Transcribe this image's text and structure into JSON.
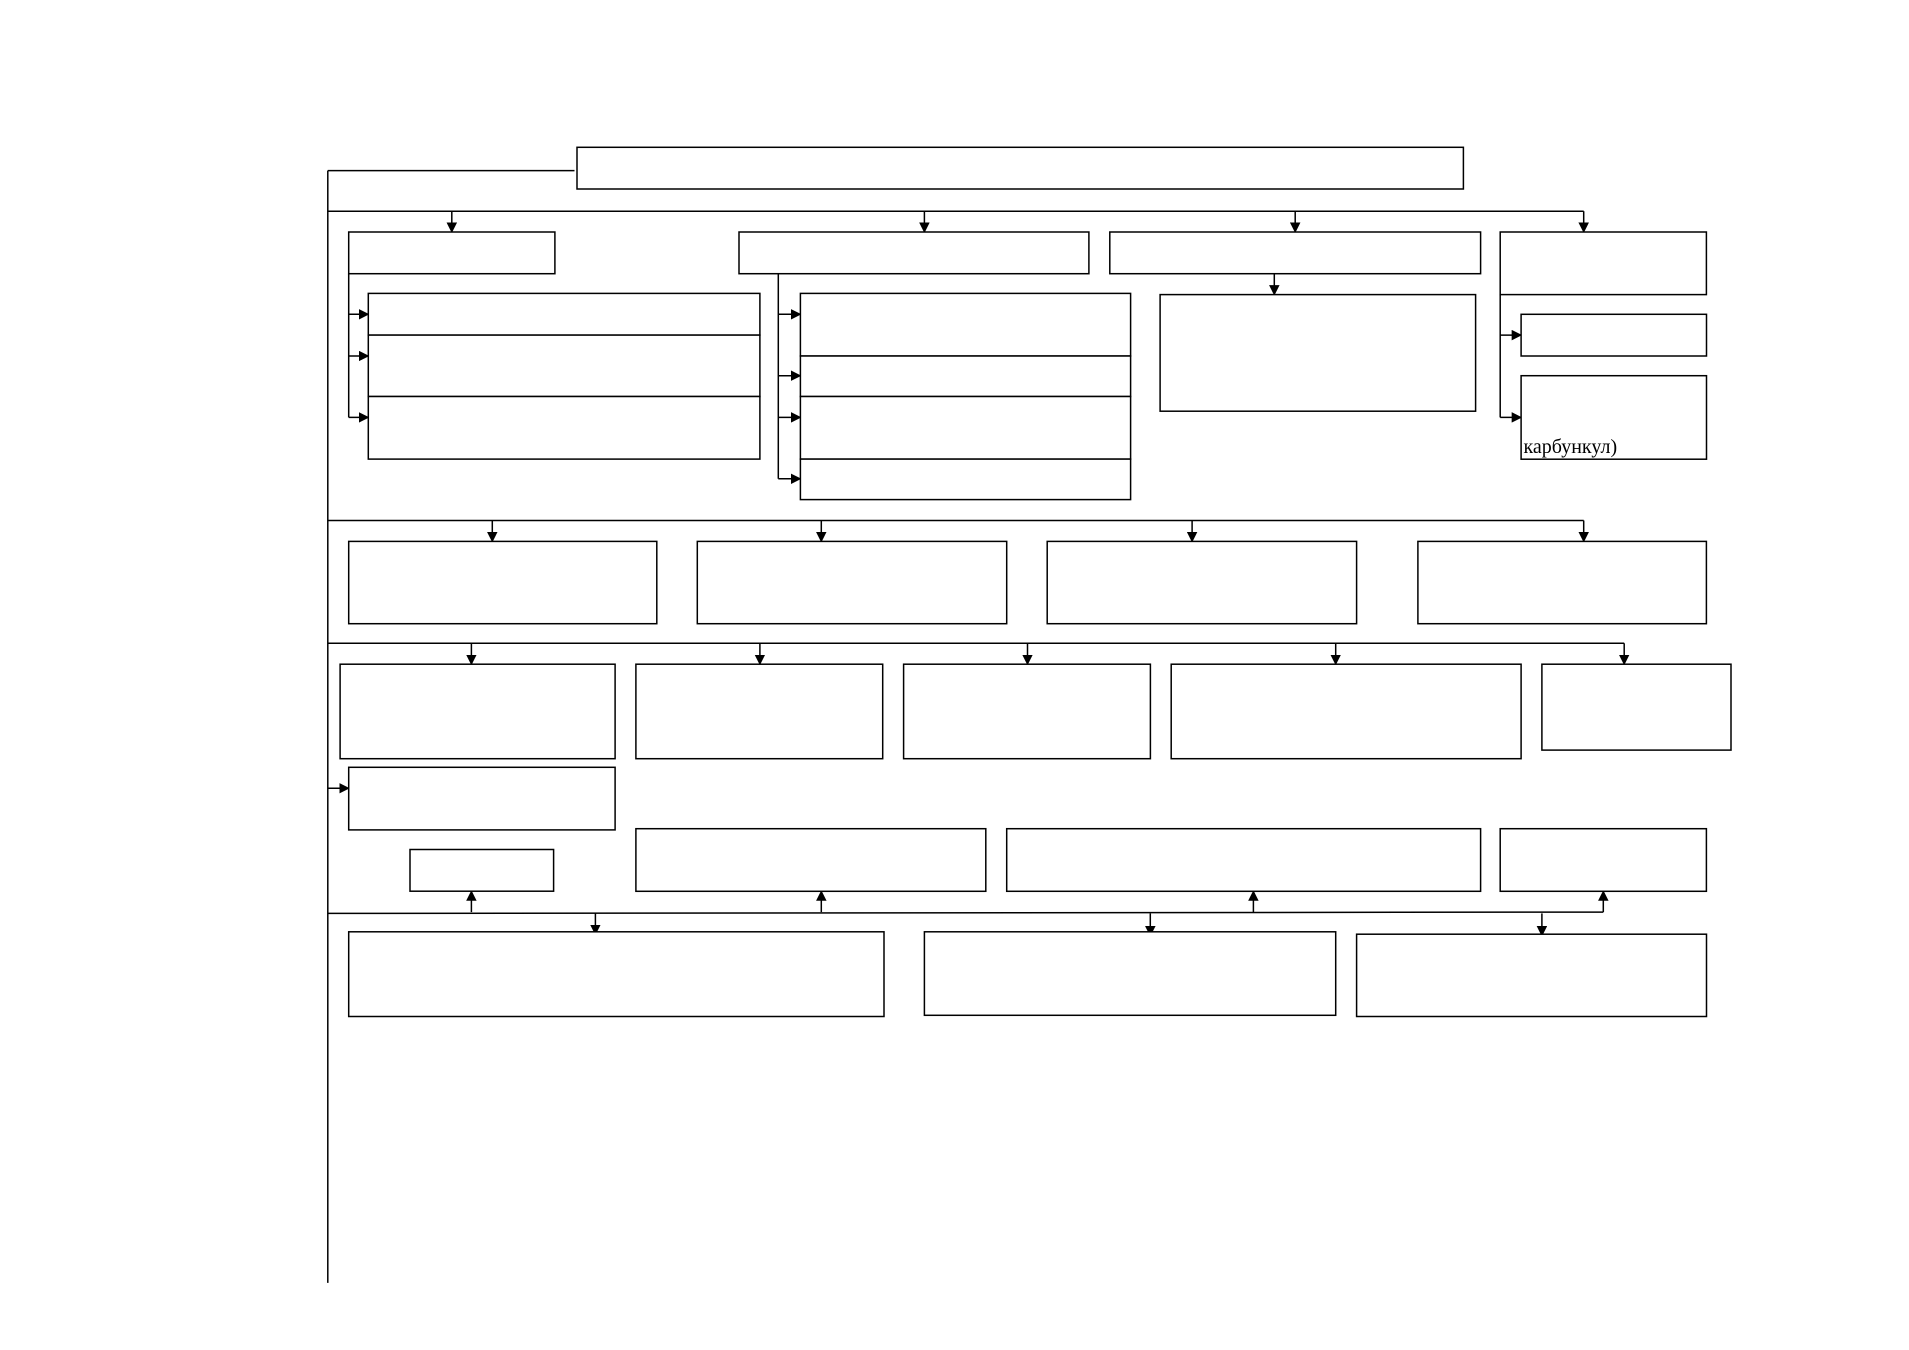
{
  "diagram": {
    "type": "flowchart",
    "stroke_color": "#000000",
    "background": "#ffffff",
    "nodes": [
      {
        "id": "root",
        "text": ""
      },
      {
        "id": "c1",
        "text": ""
      },
      {
        "id": "c1-a",
        "text": ""
      },
      {
        "id": "c1-b",
        "text": ""
      },
      {
        "id": "c1-c",
        "text": ""
      },
      {
        "id": "c2",
        "text": ""
      },
      {
        "id": "c2-a",
        "text": ""
      },
      {
        "id": "c2-b",
        "text": ""
      },
      {
        "id": "c2-c",
        "text": ""
      },
      {
        "id": "c2-d",
        "text": ""
      },
      {
        "id": "c3",
        "text": ""
      },
      {
        "id": "c3-a",
        "text": ""
      },
      {
        "id": "c4",
        "text": ""
      },
      {
        "id": "c4-a",
        "text": ""
      },
      {
        "id": "c4-b",
        "text": "карбункул)"
      },
      {
        "id": "r2-1",
        "text": ""
      },
      {
        "id": "r2-2",
        "text": ""
      },
      {
        "id": "r2-3",
        "text": ""
      },
      {
        "id": "r2-4",
        "text": ""
      },
      {
        "id": "r3-1",
        "text": ""
      },
      {
        "id": "r3-2",
        "text": ""
      },
      {
        "id": "r3-3",
        "text": ""
      },
      {
        "id": "r3-4",
        "text": ""
      },
      {
        "id": "r3-5",
        "text": ""
      },
      {
        "id": "r4-side",
        "text": ""
      },
      {
        "id": "r4-small",
        "text": ""
      },
      {
        "id": "r4-2",
        "text": ""
      },
      {
        "id": "r4-3",
        "text": ""
      },
      {
        "id": "r4-4",
        "text": ""
      },
      {
        "id": "r5-1",
        "text": ""
      },
      {
        "id": "r5-2",
        "text": ""
      },
      {
        "id": "r5-3",
        "text": ""
      }
    ],
    "edges": [
      {
        "from": "root",
        "to": "c1"
      },
      {
        "from": "root",
        "to": "c2"
      },
      {
        "from": "root",
        "to": "c3"
      },
      {
        "from": "root",
        "to": "c4"
      },
      {
        "from": "c1",
        "to": "c1-a"
      },
      {
        "from": "c1",
        "to": "c1-b"
      },
      {
        "from": "c1",
        "to": "c1-c"
      },
      {
        "from": "c2",
        "to": "c2-a"
      },
      {
        "from": "c2",
        "to": "c2-b"
      },
      {
        "from": "c2",
        "to": "c2-c"
      },
      {
        "from": "c2",
        "to": "c2-d"
      },
      {
        "from": "c3",
        "to": "c3-a"
      },
      {
        "from": "c4",
        "to": "c4-a"
      },
      {
        "from": "c4",
        "to": "c4-b"
      },
      {
        "from": "root",
        "to": "r2-1"
      },
      {
        "from": "root",
        "to": "r2-2"
      },
      {
        "from": "root",
        "to": "r2-3"
      },
      {
        "from": "root",
        "to": "r2-4"
      },
      {
        "from": "root",
        "to": "r3-1"
      },
      {
        "from": "root",
        "to": "r3-2"
      },
      {
        "from": "root",
        "to": "r3-3"
      },
      {
        "from": "root",
        "to": "r3-4"
      },
      {
        "from": "root",
        "to": "r3-5"
      },
      {
        "from": "root",
        "to": "r4-side"
      },
      {
        "from": "root",
        "to": "r4-small"
      },
      {
        "from": "root",
        "to": "r4-2"
      },
      {
        "from": "root",
        "to": "r4-3"
      },
      {
        "from": "root",
        "to": "r4-4"
      },
      {
        "from": "root",
        "to": "r5-1"
      },
      {
        "from": "root",
        "to": "r5-2"
      },
      {
        "from": "root",
        "to": "r5-3"
      }
    ]
  }
}
